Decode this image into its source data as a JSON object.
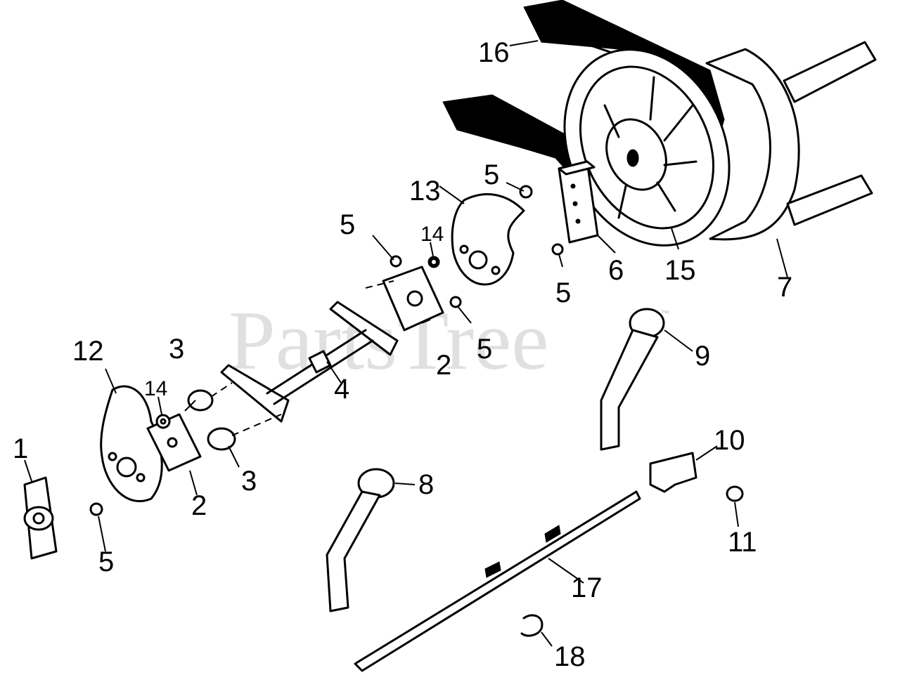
{
  "watermark": {
    "text": "PartsTree",
    "mark": "™"
  },
  "callouts": [
    {
      "id": "1",
      "label": "1"
    },
    {
      "id": "2a",
      "label": "2"
    },
    {
      "id": "2b",
      "label": "2"
    },
    {
      "id": "3a",
      "label": "3"
    },
    {
      "id": "3b",
      "label": "3"
    },
    {
      "id": "4",
      "label": "4"
    },
    {
      "id": "5a",
      "label": "5"
    },
    {
      "id": "5b",
      "label": "5"
    },
    {
      "id": "5c",
      "label": "5"
    },
    {
      "id": "5d",
      "label": "5"
    },
    {
      "id": "5e",
      "label": "5"
    },
    {
      "id": "6",
      "label": "6"
    },
    {
      "id": "7",
      "label": "7"
    },
    {
      "id": "8",
      "label": "8"
    },
    {
      "id": "9",
      "label": "9"
    },
    {
      "id": "10",
      "label": "10"
    },
    {
      "id": "11",
      "label": "11"
    },
    {
      "id": "12",
      "label": "12"
    },
    {
      "id": "13",
      "label": "13"
    },
    {
      "id": "14a",
      "label": "14"
    },
    {
      "id": "14b",
      "label": "14"
    },
    {
      "id": "15",
      "label": "15"
    },
    {
      "id": "16",
      "label": "16"
    },
    {
      "id": "17",
      "label": "17"
    },
    {
      "id": "18",
      "label": "18"
    }
  ]
}
